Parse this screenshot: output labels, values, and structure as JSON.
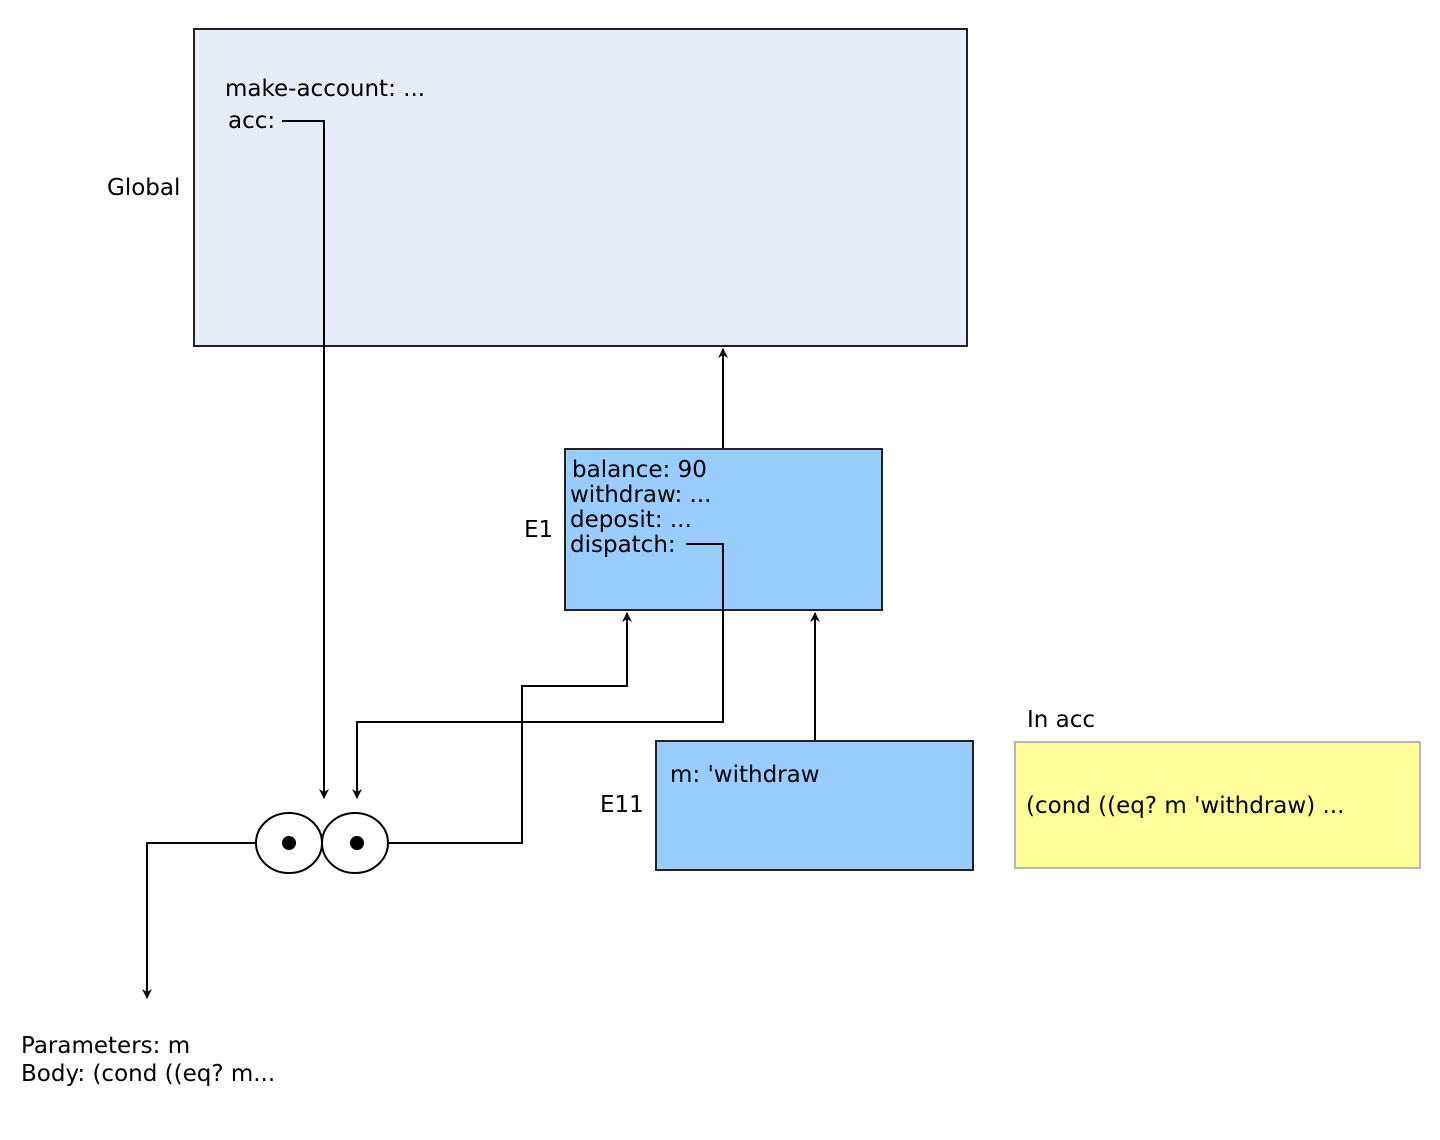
{
  "global": {
    "label": "Global",
    "bindings": [
      "make-account: ...",
      "acc:"
    ]
  },
  "e1": {
    "label": "E1",
    "bindings": [
      "balance: 90",
      "withdraw: ...",
      "deposit: ...",
      "dispatch:"
    ]
  },
  "e11": {
    "label": "E11",
    "bindings": [
      "m: 'withdraw"
    ]
  },
  "note": {
    "title": "In acc",
    "text": "(cond ((eq? m 'withdraw) ..."
  },
  "procedure": {
    "parameters": "Parameters: m",
    "body": "Body: (cond ((eq? m..."
  },
  "colors": {
    "global_fill": "#e6edf8",
    "frame_fill": "#99ccff",
    "note_fill": "#ffff99",
    "line": "#000000"
  }
}
